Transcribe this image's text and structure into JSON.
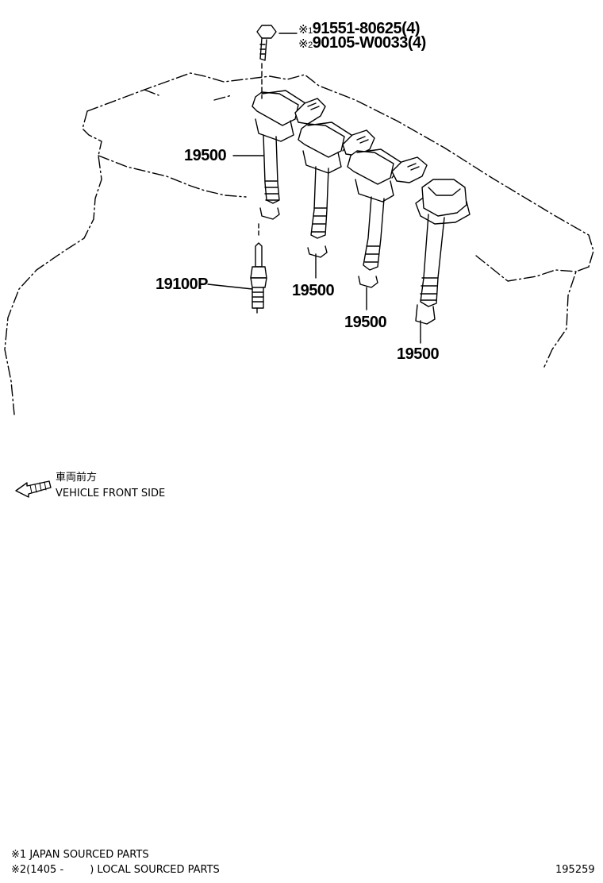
{
  "part_numbers": [
    {
      "symbol": "※",
      "index": "1",
      "number": "91551-80625(4)"
    },
    {
      "symbol": "※",
      "index": "2",
      "number": "90105-W0033(4)"
    }
  ],
  "callouts": {
    "coil_1": "19500",
    "coil_2": "19500",
    "coil_3": "19500",
    "coil_4": "19500",
    "spark_plug": "19100P"
  },
  "direction": {
    "japanese": "車両前方",
    "english": "VEHICLE FRONT SIDE"
  },
  "footnotes": [
    {
      "symbol": "※1",
      "text": "JAPAN SOURCED PARTS"
    },
    {
      "symbol": "※2",
      "range": "(1405 -        )",
      "text": "LOCAL SOURCED PARTS"
    }
  ],
  "illustration_id": "195259",
  "colors": {
    "ink": "#000000",
    "paper": "#ffffff"
  }
}
